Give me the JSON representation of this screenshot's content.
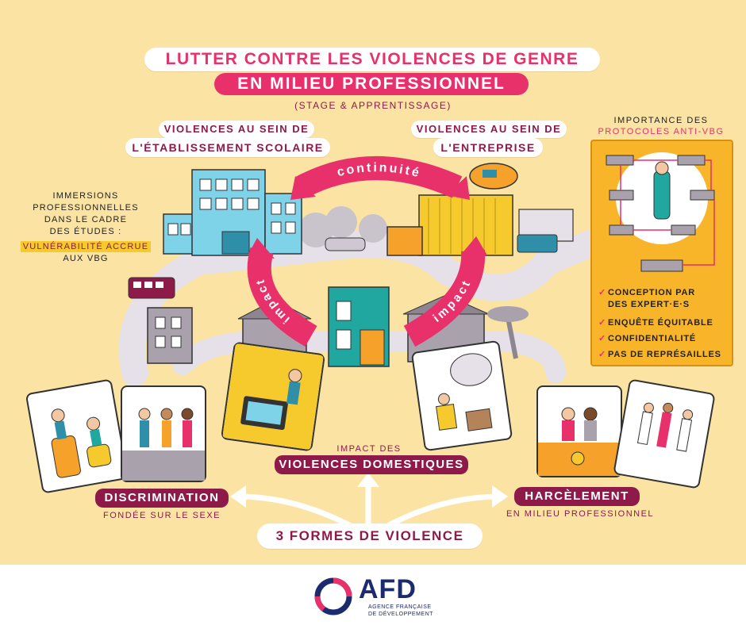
{
  "title": {
    "line1": "LUTTER CONTRE LES VIOLENCES DE GENRE",
    "line2": "EN MILIEU PROFESSIONNEL",
    "subtitle": "(STAGE & APPRENTISSAGE)"
  },
  "school": {
    "line1": "VIOLENCES AU SEIN DE",
    "line2": "L'ÉTABLISSEMENT SCOLAIRE"
  },
  "company": {
    "line1": "VIOLENCES AU SEIN DE",
    "line2": "L'ENTREPRISE"
  },
  "arrows": {
    "continuity": "continuité",
    "impact_left": "impact",
    "impact_right": "impact"
  },
  "immersions": {
    "lines": [
      "IMMERSIONS",
      "PROFESSIONNELLES",
      "DANS LE CADRE",
      "DES ÉTUDES :"
    ],
    "highlight": "VULNÉRABILITÉ ACCRUE",
    "last": "AUX VBG"
  },
  "protocols": {
    "title1": "IMPORTANCE DES",
    "title2": "PROTOCOLES ANTI-VBG",
    "items": [
      "CONCEPTION PAR",
      "DES EXPERT·E·S",
      "ENQUÊTE ÉQUITABLE",
      "CONFIDENTIALITÉ",
      "PAS DE REPRÉSAILLES"
    ]
  },
  "forms": {
    "center": "3 FORMES DE VIOLENCE",
    "discrimination": "DISCRIMINATION",
    "discrimination_sub": "FONDÉE SUR LE SEXE",
    "domestic_intro": "IMPACT DES",
    "domestic": "VIOLENCES DOMESTIQUES",
    "harassment": "HARCÈLEMENT",
    "harassment_sub": "EN MILIEU PROFESSIONNEL"
  },
  "footer": {
    "brand": "AFD",
    "tagline1": "AGENCE FRANÇAISE",
    "tagline2": "DE DÉVELOPPEMENT"
  },
  "colors": {
    "background": "#fbe3a4",
    "accent_pink": "#e8306a",
    "dark_magenta": "#8e1a4a",
    "protocol_yellow": "#f9b52a",
    "afd_blue": "#1c2a6e"
  }
}
